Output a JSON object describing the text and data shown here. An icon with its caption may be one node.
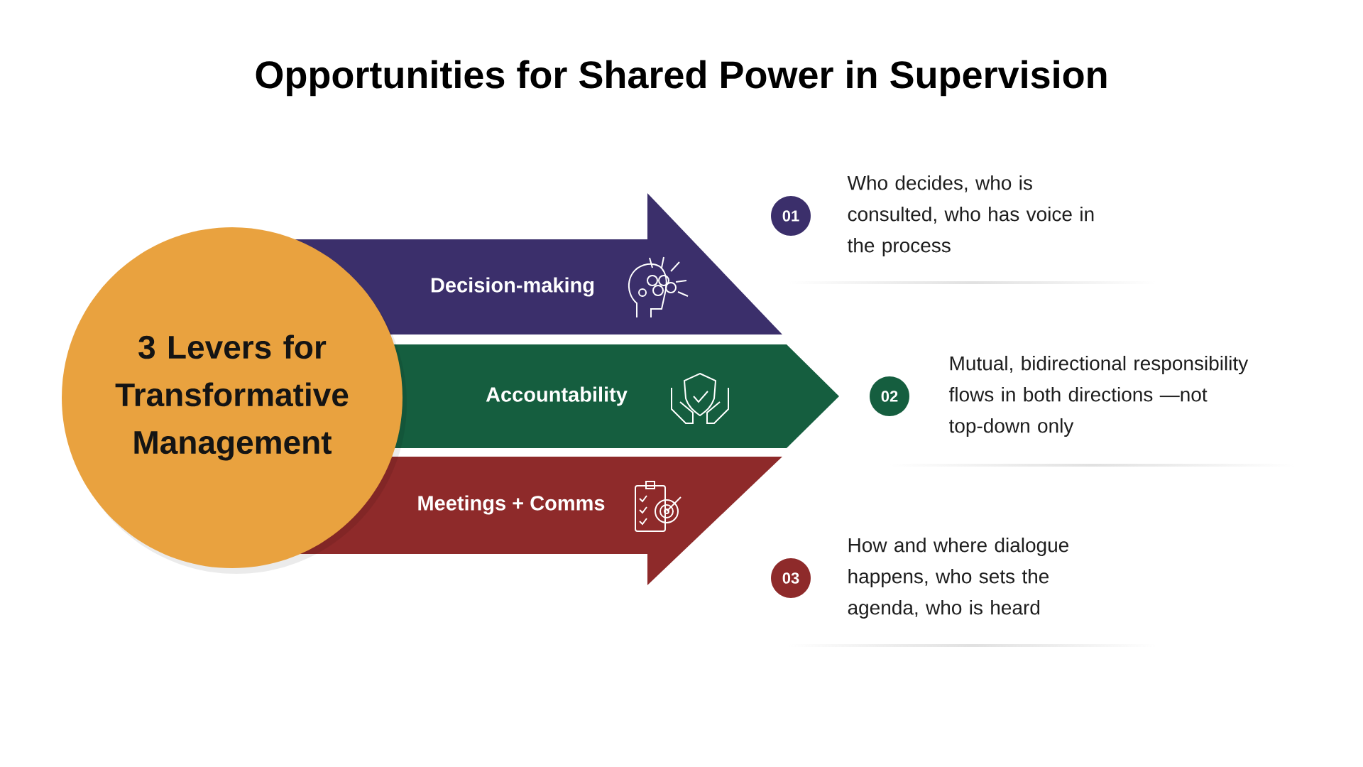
{
  "diagram": {
    "title": "Opportunities for Shared Power in Supervision",
    "nodes": [
      {
        "text": [
          "3 Levers for Transformative Management"
        ]
      },
      {
        "text": [
          "Decision-making"
        ]
      },
      {
        "text": [
          "Accountability"
        ]
      },
      {
        "text": [
          "Meetings + Comms"
        ]
      },
      {
        "text": [
          "01"
        ],
        "beside": [
          "Who decides, who is consulted, who has voice in the process"
        ]
      },
      {
        "text": [
          "02"
        ],
        "beside": [
          "Mutual, bidirectional responsibility flows in both directions —not top-down only"
        ]
      },
      {
        "text": [
          "03"
        ],
        "beside": [
          "How and where dialogue happens, who sets the agenda, who is heard"
        ]
      }
    ]
  }
}
